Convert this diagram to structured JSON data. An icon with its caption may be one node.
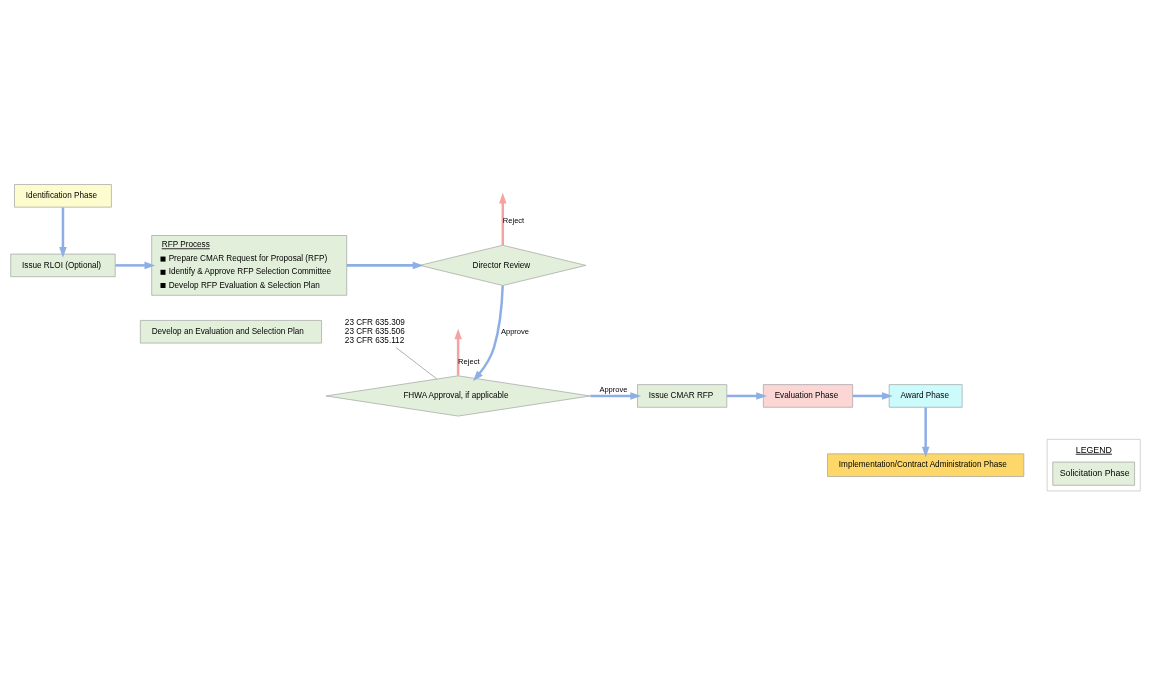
{
  "diagram": {
    "nodes": [
      {
        "text": [
          "Identification Phase"
        ]
      },
      {
        "text": [
          "Issue RLOI (Optional)"
        ]
      },
      {
        "text": [
          "RFP Process",
          "Prepare CMAR Request for Proposal (RFP)",
          "Identify & Approve RFP Selection Committee",
          "Develop RFP Evaluation & Selection Plan"
        ]
      },
      {
        "text": [
          "Develop an Evaluation and Selection Plan"
        ]
      },
      {
        "text": [
          "Director Review"
        ]
      },
      {
        "text": [
          "FHWA Approval, if applicable"
        ]
      },
      {
        "text": [
          "23 CFR 635.309",
          "23 CFR 635.506",
          "23 CFR 635.112"
        ]
      },
      {
        "text": [
          "Issue CMAR RFP"
        ]
      },
      {
        "text": [
          "Evaluation Phase"
        ]
      },
      {
        "text": [
          "Award Phase"
        ]
      },
      {
        "text": [
          "Implementation/Contract Administration Phase"
        ]
      }
    ],
    "edges": [
      {
        "from": 0,
        "to": 1,
        "arrow": "to"
      },
      {
        "from": 1,
        "to": 2,
        "arrow": "to"
      },
      {
        "from": 2,
        "to": 4,
        "arrow": "to"
      },
      {
        "from": 4,
        "to": null,
        "arrow": "to",
        "label": "Reject",
        "color": "#f4a3a3"
      },
      {
        "from": 4,
        "to": 5,
        "arrow": "to",
        "label": "Approve"
      },
      {
        "from": 6,
        "to": 5,
        "arrow": "none",
        "color": "#808080"
      },
      {
        "from": 5,
        "to": null,
        "arrow": "to",
        "label": "Reject",
        "color": "#f4a3a3"
      },
      {
        "from": 5,
        "to": 7,
        "arrow": "to",
        "label": "Approve"
      },
      {
        "from": 7,
        "to": 8,
        "arrow": "to"
      },
      {
        "from": 8,
        "to": 9,
        "arrow": "to"
      },
      {
        "from": 9,
        "to": 10,
        "arrow": "to"
      }
    ],
    "labels": [
      "LEGEND"
    ],
    "legend": [
      {
        "text": "Solicitation Phase",
        "color": "#e2efda"
      }
    ]
  }
}
